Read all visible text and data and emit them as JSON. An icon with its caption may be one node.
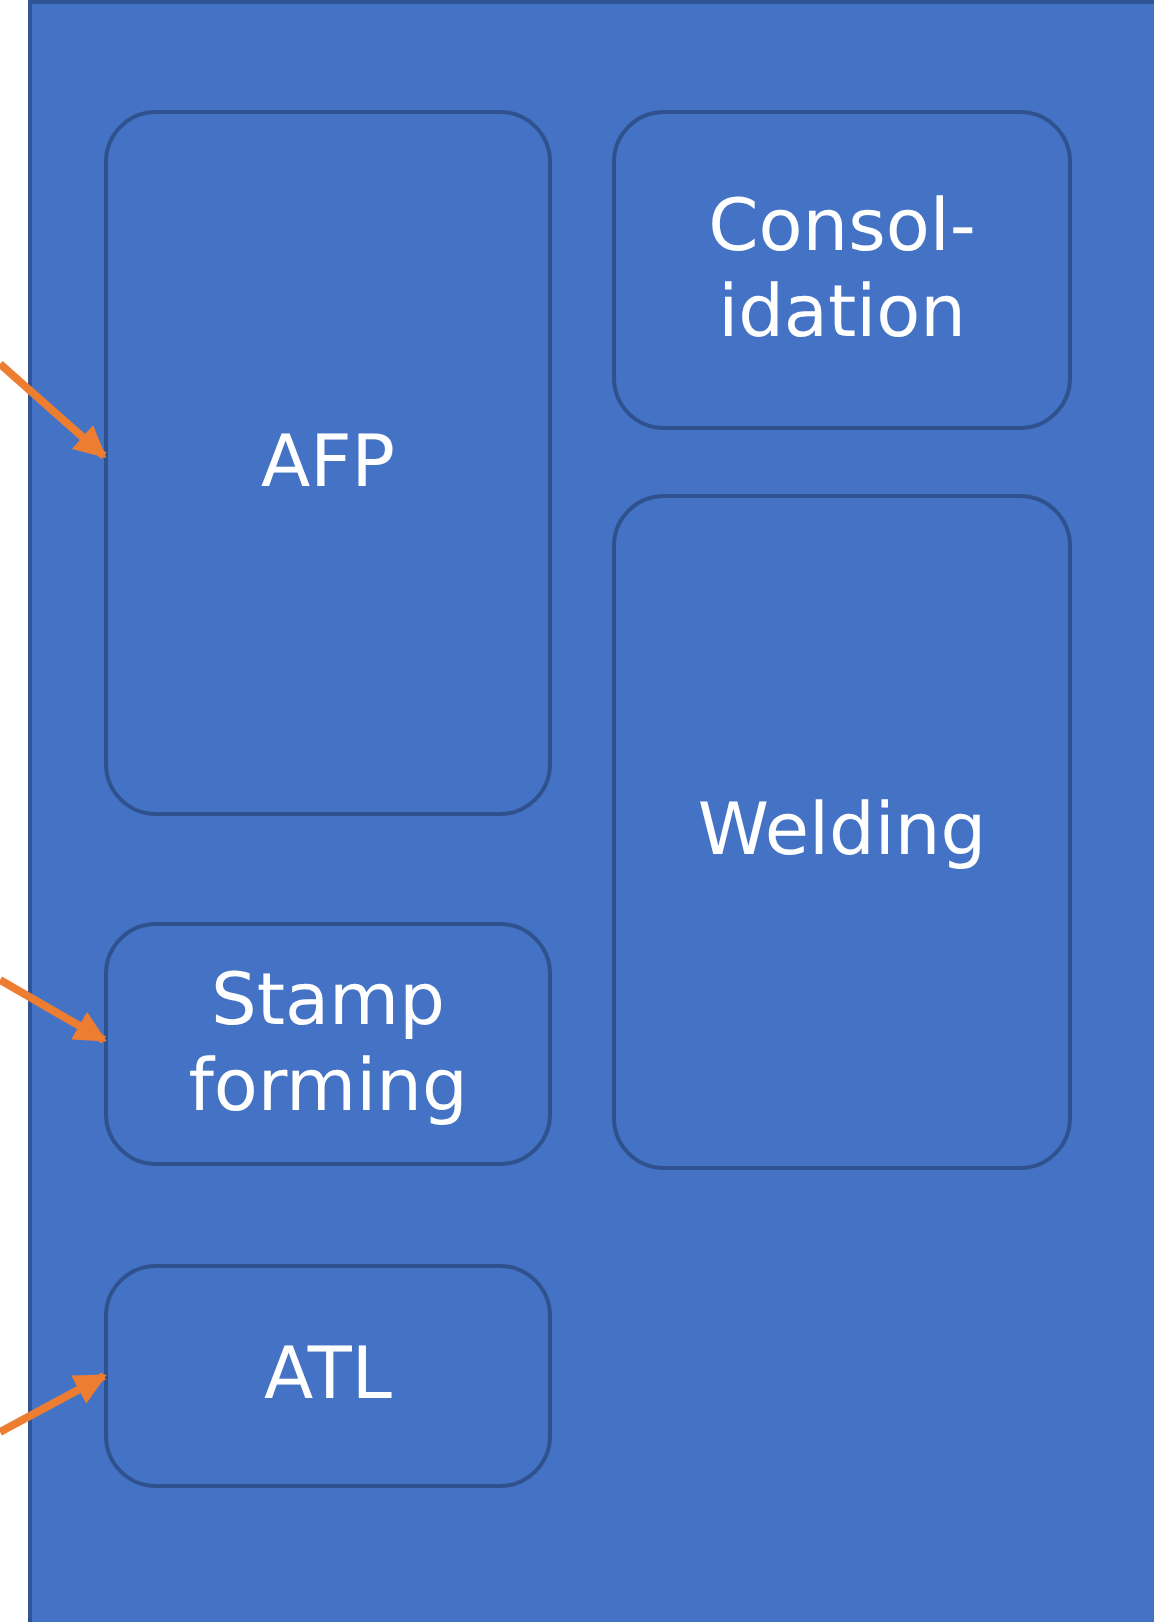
{
  "diagram": {
    "nodes": [
      {
        "text": [],
        "shape": "box"
      },
      {
        "text": [
          "AFP"
        ],
        "in": 0
      },
      {
        "text": [
          "Consol- idation"
        ],
        "in": 0
      },
      {
        "text": [
          "Welding"
        ],
        "in": 0
      },
      {
        "text": [
          "Stamp forming"
        ],
        "in": 0
      },
      {
        "text": [
          "ATL"
        ],
        "in": 0
      }
    ],
    "edges": [
      {
        "from": null,
        "to": 1,
        "arrow": "to"
      },
      {
        "from": null,
        "to": 4,
        "arrow": "to"
      },
      {
        "from": null,
        "to": 5,
        "arrow": "to"
      }
    ]
  }
}
